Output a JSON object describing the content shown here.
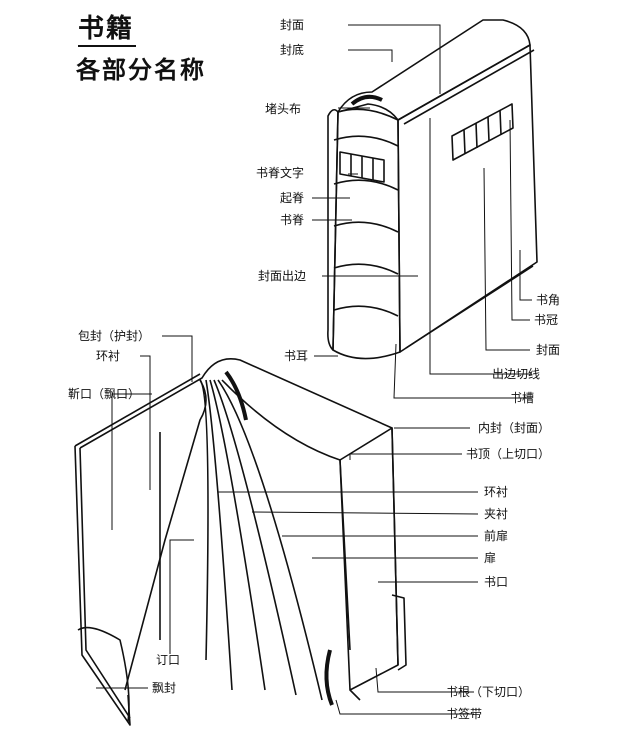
{
  "title": {
    "line1": "书籍",
    "line2": "各部分名称"
  },
  "labels": {
    "cover": "封面",
    "back_cover": "封底",
    "headband": "堵头布",
    "spine_text": "书脊文字",
    "raised_band": "起脊",
    "spine": "书脊",
    "cover_overhang": "封面出边",
    "book_corner": "书角",
    "crown": "书冠",
    "cover_front": "封面",
    "edge_line": "出边切线",
    "joint": "书耳",
    "groove": "书槽",
    "jacket": "包封（护封）",
    "endpaper_top": "环衬",
    "flap_edge": "靳口（飘口）",
    "inner_cover": "内封（封面）",
    "top_edge": "书顶（上切口）",
    "endpaper_right": "环衬",
    "interleaf": "夹衬",
    "front_fly": "前扉",
    "fly": "扉",
    "fore_edge": "书口",
    "binding_edge": "订口",
    "jacket_flap": "飘封",
    "bottom_edge": "书根（下切口）",
    "bookmark_ribbon": "书签带"
  }
}
